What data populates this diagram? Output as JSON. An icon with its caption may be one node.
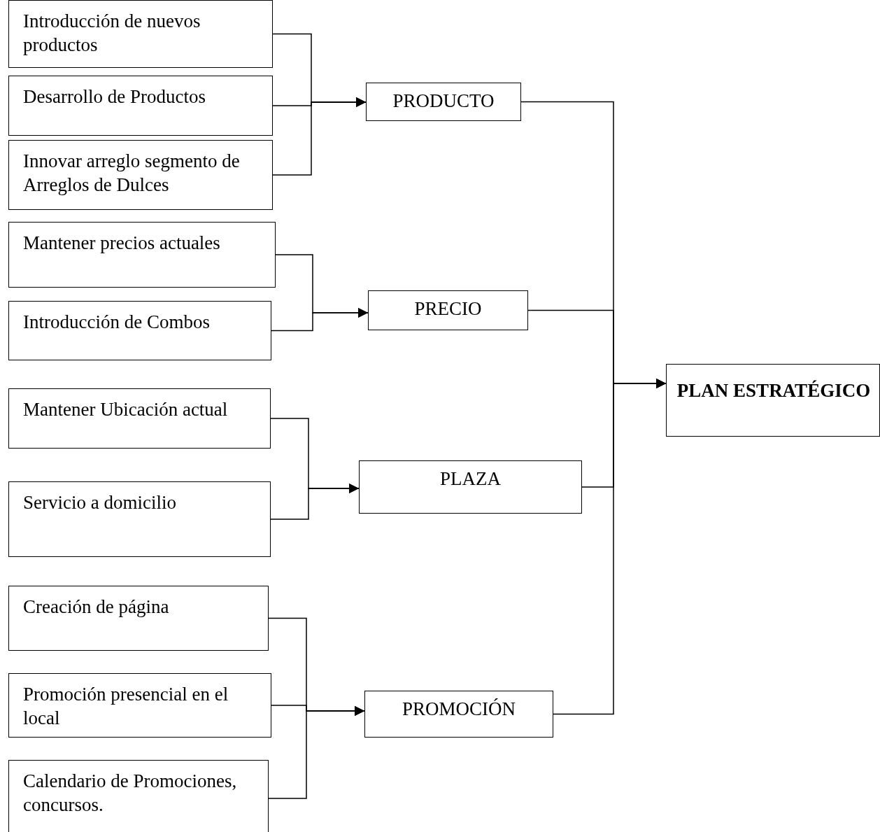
{
  "diagram": {
    "nodes": [
      {
        "text": [
          "Introducción de nuevos productos"
        ]
      },
      {
        "text": [
          "Desarrollo de Productos"
        ]
      },
      {
        "text": [
          "Innovar arreglo segmento de Arreglos de Dulces"
        ]
      },
      {
        "text": [
          "PRODUCTO"
        ]
      },
      {
        "text": [
          "Mantener precios actuales"
        ]
      },
      {
        "text": [
          "Introducción de Combos"
        ]
      },
      {
        "text": [
          "PRECIO"
        ]
      },
      {
        "text": [
          "Mantener Ubicación actual"
        ]
      },
      {
        "text": [
          "Servicio a domicilio"
        ]
      },
      {
        "text": [
          "PLAZA"
        ]
      },
      {
        "text": [
          "Creación de página"
        ]
      },
      {
        "text": [
          "Promoción presencial en el local"
        ]
      },
      {
        "text": [
          "Calendario de Promociones, concursos."
        ]
      },
      {
        "text": [
          "PROMOCIÓN"
        ]
      },
      {
        "text": [
          "PLAN ESTRATÉGICO"
        ]
      }
    ],
    "edges": [
      {
        "from": 0,
        "to": 3,
        "arrow": "to"
      },
      {
        "from": 1,
        "to": 3,
        "arrow": "to"
      },
      {
        "from": 2,
        "to": 3,
        "arrow": "to"
      },
      {
        "from": 4,
        "to": 6,
        "arrow": "to"
      },
      {
        "from": 5,
        "to": 6,
        "arrow": "to"
      },
      {
        "from": 7,
        "to": 9,
        "arrow": "to"
      },
      {
        "from": 8,
        "to": 9,
        "arrow": "to"
      },
      {
        "from": 10,
        "to": 13,
        "arrow": "to"
      },
      {
        "from": 11,
        "to": 13,
        "arrow": "to"
      },
      {
        "from": 12,
        "to": 13,
        "arrow": "to"
      },
      {
        "from": 3,
        "to": 14,
        "arrow": "to"
      },
      {
        "from": 6,
        "to": 14,
        "arrow": "to"
      },
      {
        "from": 9,
        "to": 14,
        "arrow": "to"
      },
      {
        "from": 13,
        "to": 14,
        "arrow": "to"
      }
    ]
  }
}
